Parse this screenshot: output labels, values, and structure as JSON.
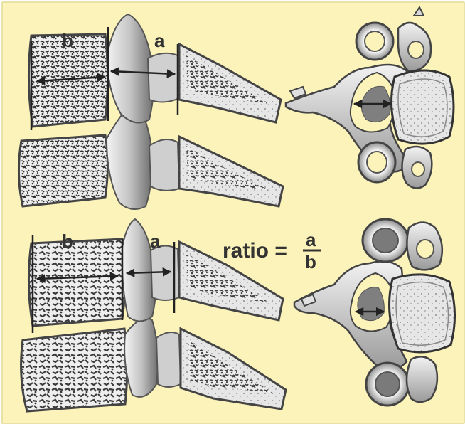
{
  "labels": {
    "top_b": "b",
    "top_a": "a",
    "bottom_b": "b",
    "bottom_a": "a"
  },
  "formula": {
    "prefix": "ratio =",
    "numerator": "a",
    "denominator": "b"
  },
  "colors": {
    "background": "#fbf3ba",
    "bone_light": "#efefef",
    "bone_mid": "#c9c9c9",
    "bone_dark": "#555555",
    "canal_fill": "#7f7f7f"
  }
}
